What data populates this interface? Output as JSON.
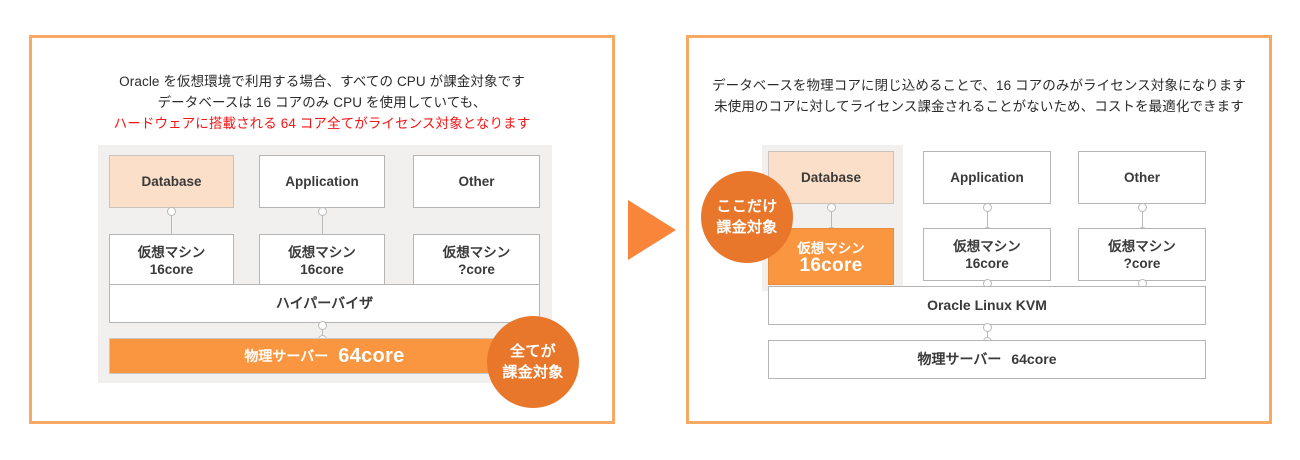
{
  "colors": {
    "panel_border": "#f7a963",
    "arrow": "#f9853b",
    "badge": "#e8762b",
    "orange_fill": "#f9963f",
    "peach_fill": "#fbdfc8",
    "backdrop_gray": "#f1f0ee",
    "box_border": "#b5b5b5",
    "warning_text": "#f51414",
    "body_text": "#2b2b2b"
  },
  "left_panel": {
    "caption": {
      "line1": "Oracle を仮想環境で利用する場合、すべての CPU が課金対象です",
      "line2": "データベースは 16 コアのみ CPU を使用していても、",
      "line3": "ハードウェアに搭載される 64 コア全てがライセンス対象となります"
    },
    "workloads": [
      {
        "label": "Database"
      },
      {
        "label": "Application"
      },
      {
        "label": "Other"
      }
    ],
    "vms": [
      {
        "name": "仮想マシン",
        "cores": "16core"
      },
      {
        "name": "仮想マシン",
        "cores": "16core"
      },
      {
        "name": "仮想マシン",
        "cores": "?core"
      }
    ],
    "hypervisor": "ハイパーバイザ",
    "physical_server": {
      "name": "物理サーバー",
      "cores": "64core"
    },
    "badge": {
      "line1": "全てが",
      "line2": "課金対象"
    }
  },
  "right_panel": {
    "caption": {
      "line1": "データベースを物理コアに閉じ込めることで、16 コアのみがライセンス対象になります",
      "line2": "未使用のコアに対してライセンス課金されることがないため、コストを最適化できます"
    },
    "workloads": [
      {
        "label": "Database"
      },
      {
        "label": "Application"
      },
      {
        "label": "Other"
      }
    ],
    "vms": [
      {
        "name": "仮想マシン",
        "cores": "16core"
      },
      {
        "name": "仮想マシン",
        "cores": "16core"
      },
      {
        "name": "仮想マシン",
        "cores": "?core"
      }
    ],
    "hypervisor": "Oracle Linux KVM",
    "physical_server": {
      "name": "物理サーバー",
      "cores": "64core"
    },
    "badge": {
      "line1": "ここだけ",
      "line2": "課金対象"
    }
  }
}
